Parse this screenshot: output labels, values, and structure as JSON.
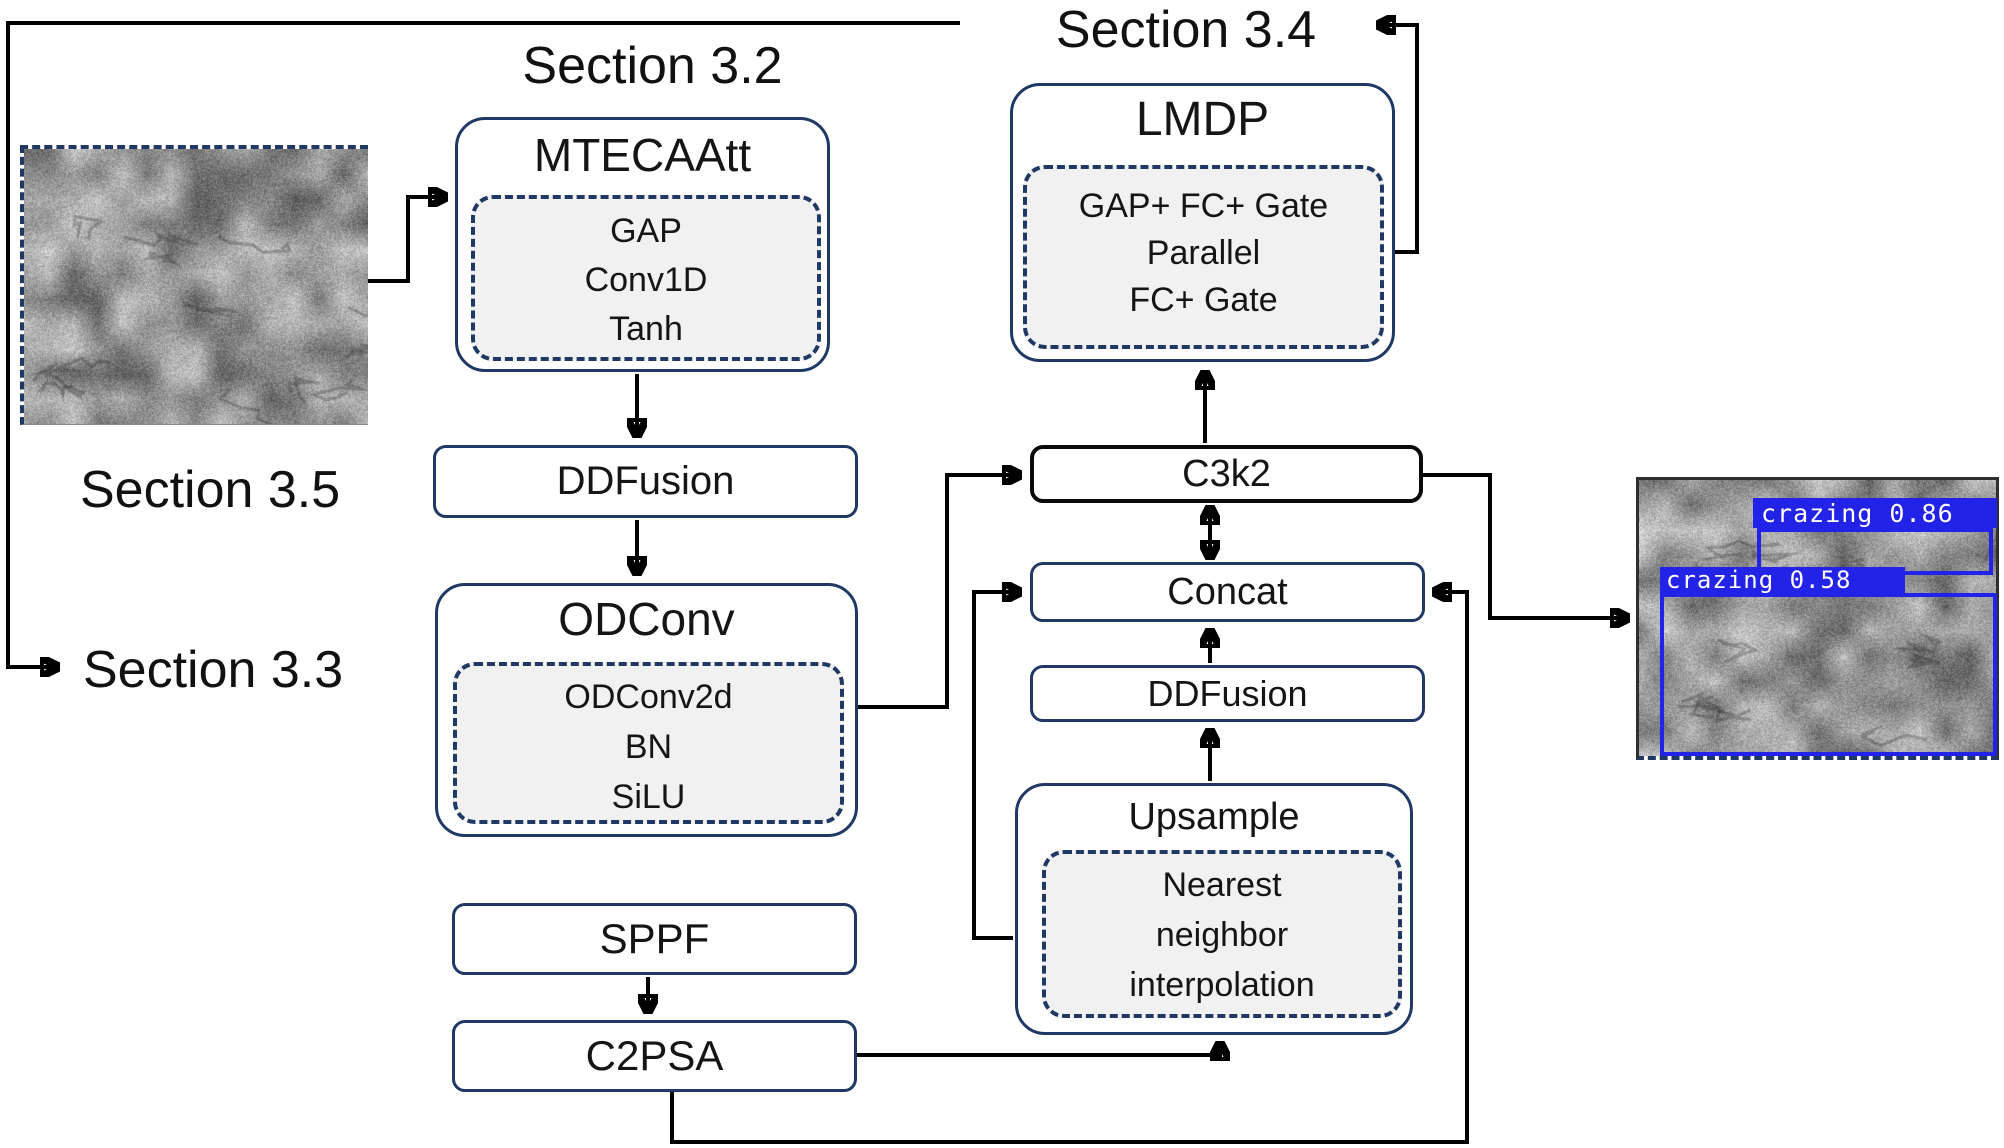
{
  "sections": {
    "s32": "Section 3.2",
    "s34": "Section 3.4",
    "s35": "Section 3.5",
    "s33": "Section 3.3"
  },
  "blocks": {
    "mtecaatt": {
      "title": "MTECAAtt",
      "lines": [
        "GAP",
        "Conv1D",
        "Tanh"
      ]
    },
    "lmdp": {
      "title": "LMDP",
      "lines": [
        "GAP+ FC+ Gate",
        "Parallel",
        "FC+ Gate"
      ]
    },
    "ddfusion_left": {
      "title": "DDFusion"
    },
    "odconv": {
      "title": "ODConv",
      "lines": [
        "ODConv2d",
        "BN",
        "SiLU"
      ]
    },
    "sppf": {
      "title": "SPPF"
    },
    "c2psa": {
      "title": "C2PSA"
    },
    "c3k2": {
      "title": "C3k2"
    },
    "concat": {
      "title": "Concat"
    },
    "ddfusion_mid": {
      "title": "DDFusion"
    },
    "upsample": {
      "title": "Upsample",
      "lines": [
        "Nearest",
        "neighbor",
        "interpolation"
      ]
    }
  },
  "detections": [
    {
      "label": "crazing 0.86"
    },
    {
      "label": "crazing 0.58"
    }
  ],
  "colors": {
    "outline_navy": "#1f3864",
    "line_black": "#000000",
    "inner_fill": "#f1f1f2",
    "detection_blue": "#2323e8",
    "detection_text": "#ffffff"
  }
}
